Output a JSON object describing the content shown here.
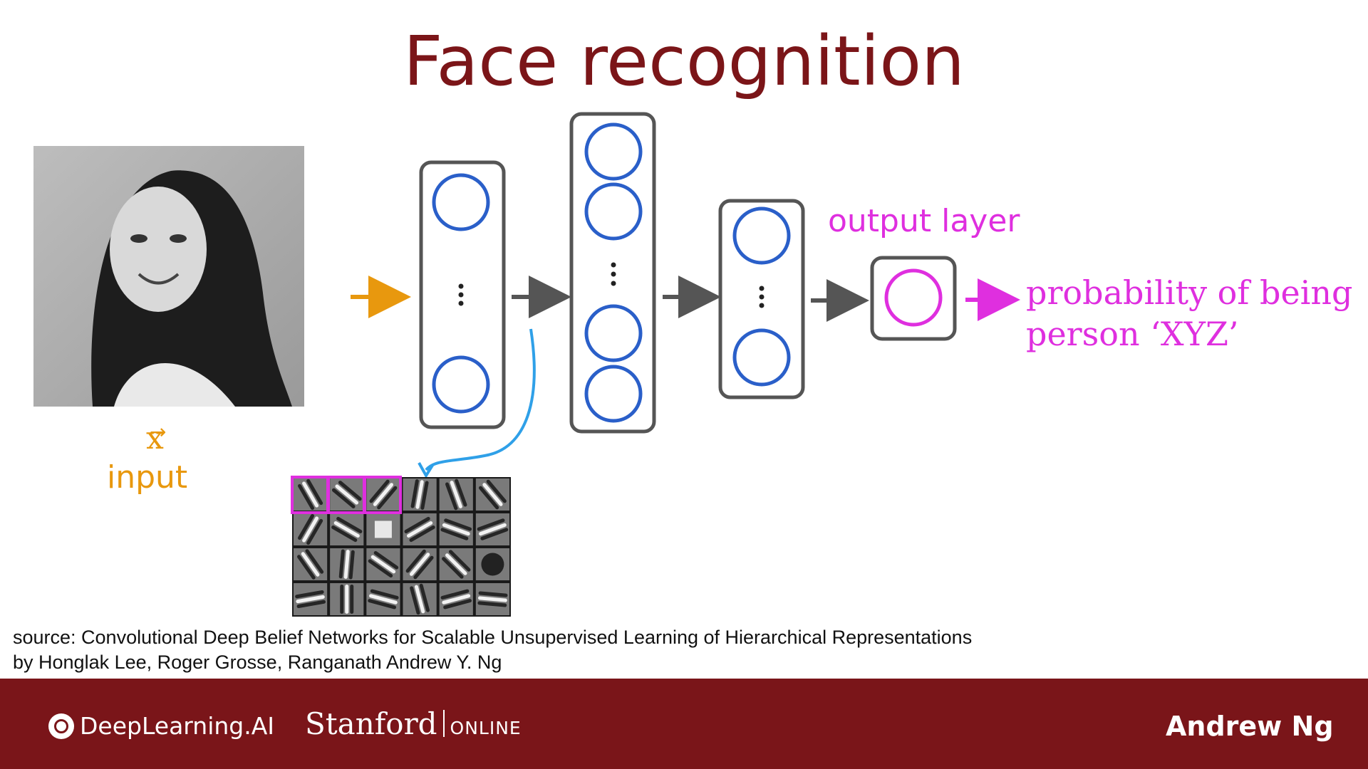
{
  "title": "Face recognition",
  "input": {
    "symbol": "x",
    "label": "input"
  },
  "output_layer_label": "output layer",
  "probability_label": "probability of being person ‘XYZ’",
  "source": {
    "line1": "source: Convolutional Deep Belief Networks for Scalable Unsupervised Learning of Hierarchical Representations",
    "line2": "by Honglak Lee, Roger Grosse, Ranganath Andrew Y. Ng"
  },
  "footer": {
    "brand1": "DeepLearning.AI",
    "brand2": "Stanford",
    "brand2_sub": "ONLINE",
    "author": "Andrew Ng"
  },
  "colors": {
    "title": "#7b1518",
    "orange": "#e8980e",
    "magenta": "#df2fdf",
    "node": "#2a5fc9",
    "footer": "#7a1519",
    "annot": "#2fa0e8"
  }
}
